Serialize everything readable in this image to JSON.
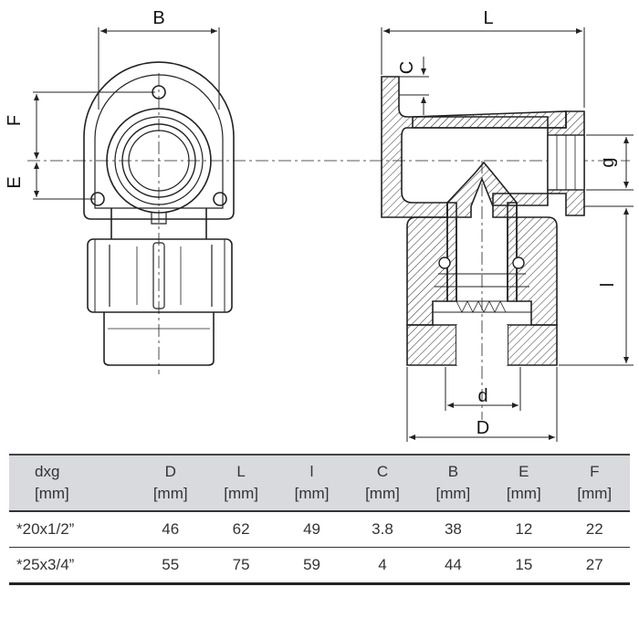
{
  "drawing": {
    "dimension_labels": {
      "B": "B",
      "L": "L",
      "C": "C",
      "F": "F",
      "E": "E",
      "g": "g",
      "l": "l",
      "d": "d",
      "D": "D"
    }
  },
  "table": {
    "headers": [
      {
        "name": "dxg",
        "unit": "[mm]"
      },
      {
        "name": "D",
        "unit": "[mm]"
      },
      {
        "name": "L",
        "unit": "[mm]"
      },
      {
        "name": "l",
        "unit": "[mm]"
      },
      {
        "name": "C",
        "unit": "[mm]"
      },
      {
        "name": "B",
        "unit": "[mm]"
      },
      {
        "name": "E",
        "unit": "[mm]"
      },
      {
        "name": "F",
        "unit": "[mm]"
      }
    ],
    "rows": [
      [
        "*20x1/2”",
        "46",
        "62",
        "49",
        "3.8",
        "38",
        "12",
        "22"
      ],
      [
        "*25x3/4”",
        "55",
        "75",
        "59",
        "4",
        "44",
        "15",
        "27"
      ]
    ]
  }
}
